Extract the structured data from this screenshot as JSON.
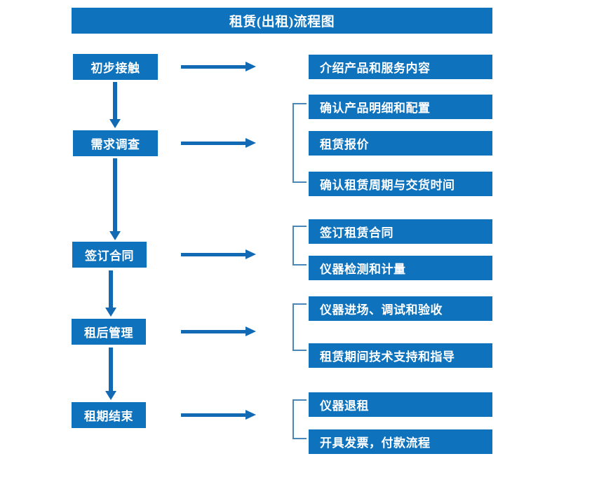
{
  "title": "租赁(出租)流程图",
  "colors": {
    "box_blue": "#0F72BD",
    "arrow_blue": "#1269B4",
    "bracket_blue": "#4A86B8",
    "text_white": "#FFFFFF",
    "background": "#FFFFFF"
  },
  "flow": {
    "stages": [
      {
        "label": "初步接触"
      },
      {
        "label": "需求调查"
      },
      {
        "label": "签订合同"
      },
      {
        "label": "租后管理"
      },
      {
        "label": "租期结束"
      }
    ],
    "details": [
      {
        "label": "介绍产品和服务内容"
      },
      {
        "label": "确认产品明细和配置"
      },
      {
        "label": "租赁报价"
      },
      {
        "label": "确认租赁周期与交货时间"
      },
      {
        "label": "签订租赁合同"
      },
      {
        "label": "仪器检测和计量"
      },
      {
        "label": "仪器进场、调试和验收"
      },
      {
        "label": "租赁期间技术支持和指导"
      },
      {
        "label": "仪器退租"
      },
      {
        "label": "开具发票，付款流程"
      }
    ],
    "groups": [
      {
        "stage": "需求调查",
        "detail_indices": [
          1,
          2,
          3
        ]
      },
      {
        "stage": "签订合同",
        "detail_indices": [
          4,
          5
        ]
      },
      {
        "stage": "租后管理",
        "detail_indices": [
          6,
          7
        ]
      },
      {
        "stage": "租期结束",
        "detail_indices": [
          8,
          9
        ]
      }
    ],
    "connectors": {
      "horizontal_arrow_count": 5,
      "vertical_arrow_count": 4
    }
  }
}
